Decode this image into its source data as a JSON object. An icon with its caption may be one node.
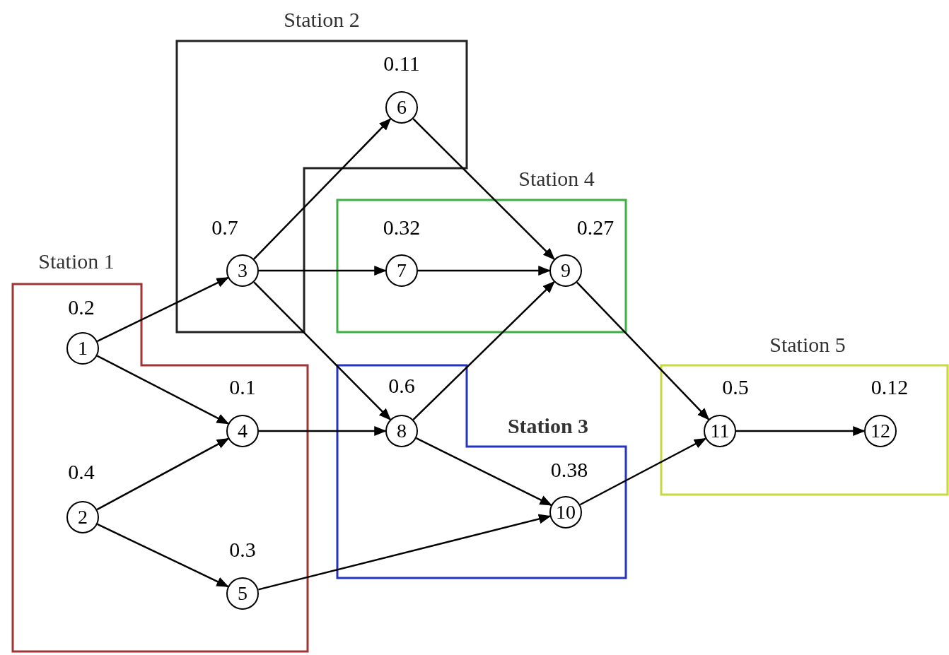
{
  "diagram": {
    "nodes": [
      {
        "text": [
          "Station 1"
        ]
      },
      {
        "text": [
          "1"
        ],
        "in": 0,
        "beside": [
          "0.2"
        ]
      },
      {
        "text": [
          "2"
        ],
        "in": 0,
        "beside": [
          "0.4"
        ]
      },
      {
        "text": [
          "4"
        ],
        "in": 0,
        "beside": [
          "0.1"
        ]
      },
      {
        "text": [
          "5"
        ],
        "in": 0,
        "beside": [
          "0.3"
        ]
      },
      {
        "text": [
          "Station 2"
        ]
      },
      {
        "text": [
          "3"
        ],
        "in": 5,
        "beside": [
          "0.7"
        ]
      },
      {
        "text": [
          "6"
        ],
        "in": 5,
        "beside": [
          "0.11"
        ]
      },
      {
        "text": [
          "Station 4"
        ]
      },
      {
        "text": [
          "7"
        ],
        "in": 8,
        "beside": [
          "0.32"
        ]
      },
      {
        "text": [
          "9"
        ],
        "in": 8,
        "beside": [
          "0.27"
        ]
      },
      {
        "text": [
          "Station 3"
        ]
      },
      {
        "text": [
          "8"
        ],
        "in": 11,
        "beside": [
          "0.6"
        ]
      },
      {
        "text": [
          "10"
        ],
        "in": 11,
        "beside": [
          "0.38"
        ]
      },
      {
        "text": [
          "Station 5"
        ]
      },
      {
        "text": [
          "11"
        ],
        "in": 14,
        "beside": [
          "0.5"
        ]
      },
      {
        "text": [
          "12"
        ],
        "in": 14,
        "beside": [
          "0.12"
        ]
      }
    ],
    "edges": [
      {
        "from": 1,
        "to": 6,
        "arrow": "to"
      },
      {
        "from": 1,
        "to": 3,
        "arrow": "to"
      },
      {
        "from": 2,
        "to": 3,
        "arrow": "to"
      },
      {
        "from": 2,
        "to": 4,
        "arrow": "to"
      },
      {
        "from": 6,
        "to": 7,
        "arrow": "to"
      },
      {
        "from": 6,
        "to": 9,
        "arrow": "to"
      },
      {
        "from": 6,
        "to": 12,
        "arrow": "to"
      },
      {
        "from": 3,
        "to": 12,
        "arrow": "to"
      },
      {
        "from": 4,
        "to": 13,
        "arrow": "to"
      },
      {
        "from": 7,
        "to": 10,
        "arrow": "to"
      },
      {
        "from": 9,
        "to": 10,
        "arrow": "to"
      },
      {
        "from": 12,
        "to": 10,
        "arrow": "to"
      },
      {
        "from": 12,
        "to": 13,
        "arrow": "to"
      },
      {
        "from": 10,
        "to": 15,
        "arrow": "to"
      },
      {
        "from": 13,
        "to": 15,
        "arrow": "to"
      },
      {
        "from": 15,
        "to": 16,
        "arrow": "to"
      }
    ]
  }
}
